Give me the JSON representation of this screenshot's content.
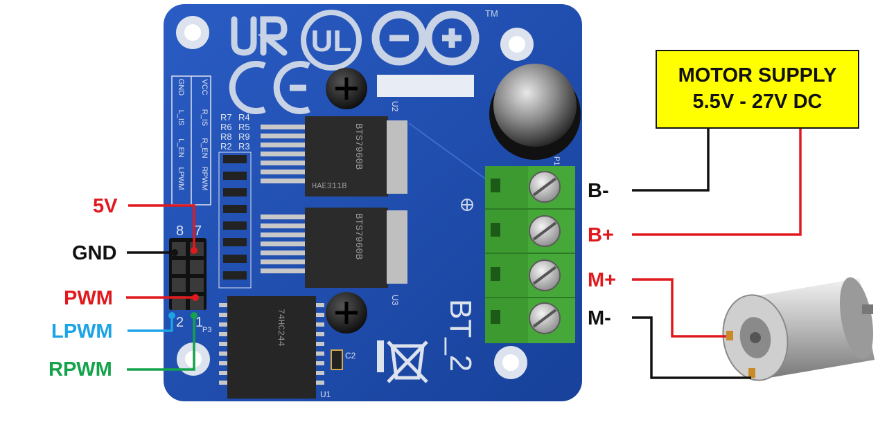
{
  "supply": {
    "line1": "MOTOR SUPPLY",
    "line2": "5.5V - 27V DC"
  },
  "left_pins": {
    "v5": "5V",
    "gnd": "GND",
    "pwm": "PWM",
    "lpwm": "LPWM",
    "rpwm": "RPWM"
  },
  "terminals": {
    "b_minus": "B-",
    "b_plus": "B+",
    "m_plus": "M+",
    "m_minus": "M-"
  },
  "board": {
    "model": "BT_2",
    "header_top": [
      "VCC",
      "R_IS",
      "R_EN",
      "RPWM"
    ],
    "header_bottom": [
      "GND",
      "L_IS",
      "L_EN",
      "LPWM"
    ],
    "resistors": [
      "R7",
      "R4",
      "R6",
      "R5",
      "R8",
      "R9",
      "R2",
      "R3"
    ],
    "chip_label_1": "BTS7960B",
    "chip_label_2": "BTS7960B",
    "chip_code": "HAE311B",
    "logic_chip": "74HC244",
    "u1": "U1",
    "u2": "U2",
    "u3": "U3",
    "c2": "C2",
    "p3": "P3",
    "pin_8": "8",
    "pin_7": "7",
    "pin_2": "2",
    "pin_1": "1",
    "tm": "TM"
  },
  "colors": {
    "red": "#e0191e",
    "black": "#111111",
    "blue": "#1ba3e6",
    "green": "#14a24a",
    "board": "#1f4fb0",
    "terminal": "#46a838",
    "supply_box": "#ffff00"
  }
}
